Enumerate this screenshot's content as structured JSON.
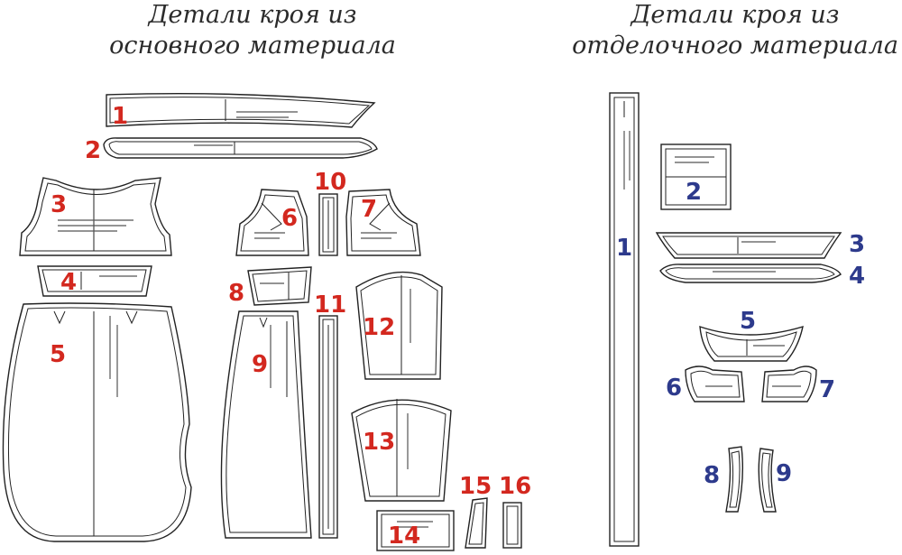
{
  "titles": {
    "main": "Детали кроя из\nосновного материала",
    "trim": "Детали кроя из\nотделочного материала"
  },
  "colors": {
    "main_numbers": "#d3281f",
    "trim_numbers": "#2d3a8c",
    "outline": "#222222"
  },
  "main_pieces": [
    "1",
    "2",
    "3",
    "4",
    "5",
    "6",
    "7",
    "8",
    "9",
    "10",
    "11",
    "12",
    "13",
    "14",
    "15",
    "16"
  ],
  "trim_pieces": [
    "1",
    "2",
    "3",
    "4",
    "5",
    "6",
    "7",
    "8",
    "9"
  ]
}
